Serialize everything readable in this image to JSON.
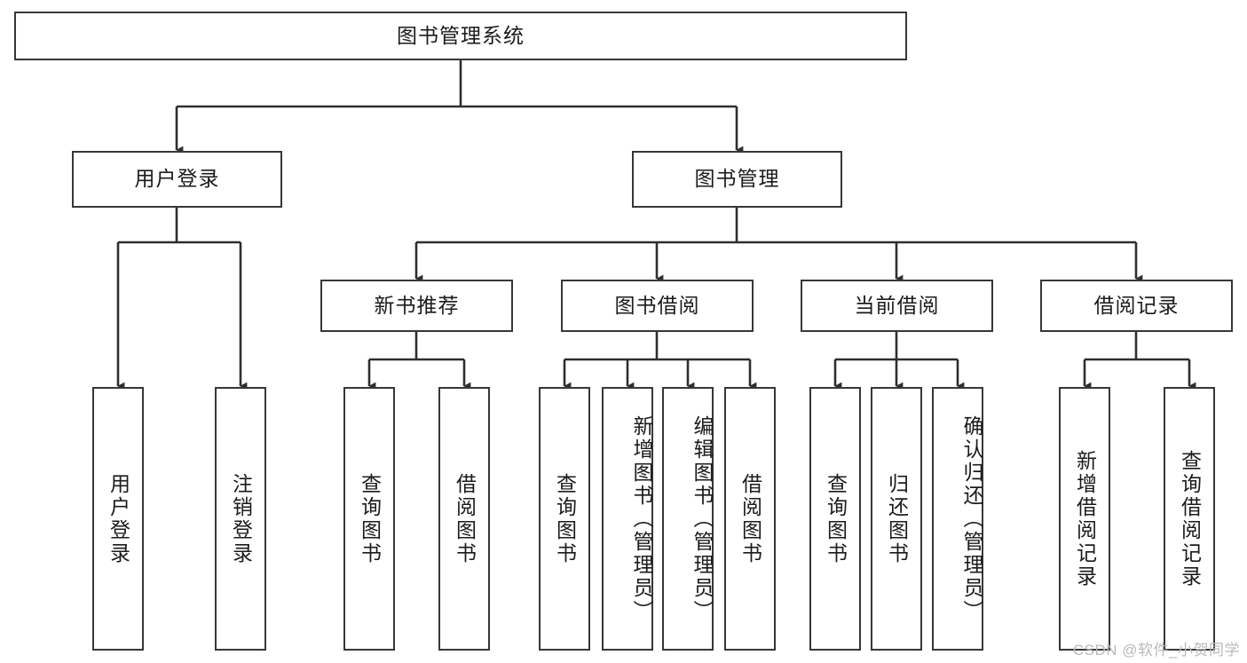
{
  "diagram": {
    "title": "图书管理系统",
    "type": "tree-hierarchy-diagram",
    "colors": {
      "box_border": "#33383d",
      "box_fill": "#ffffff",
      "edge": "#2b2f33",
      "text": "#1b1b1b",
      "watermark": "#b9b9b9"
    },
    "root": {
      "label": "图书管理系统"
    },
    "level2": [
      {
        "id": "user-login",
        "label": "用户登录"
      },
      {
        "id": "book-management",
        "label": "图书管理"
      }
    ],
    "level3": [
      {
        "id": "new-book-recommend",
        "label": "新书推荐"
      },
      {
        "id": "book-borrow",
        "label": "图书借阅"
      },
      {
        "id": "current-borrow",
        "label": "当前借阅"
      },
      {
        "id": "borrow-record",
        "label": "借阅记录"
      }
    ],
    "leaves": {
      "user_login": [
        {
          "id": "leaf-user-login",
          "label": "用户登录"
        },
        {
          "id": "leaf-logout-login",
          "label": "注销登录"
        }
      ],
      "new_book_recommend": [
        {
          "id": "leaf-query-book-1",
          "label": "查询图书"
        },
        {
          "id": "leaf-borrow-book-1",
          "label": "借阅图书"
        }
      ],
      "book_borrow": [
        {
          "id": "leaf-query-book-2",
          "label": "查询图书"
        },
        {
          "id": "leaf-add-book",
          "label": "新增图书（管理员）"
        },
        {
          "id": "leaf-edit-book",
          "label": "编辑图书（管理员）"
        },
        {
          "id": "leaf-borrow-book-2",
          "label": "借阅图书"
        }
      ],
      "current_borrow": [
        {
          "id": "leaf-query-book-3",
          "label": "查询图书"
        },
        {
          "id": "leaf-return-book",
          "label": "归还图书"
        },
        {
          "id": "leaf-confirm-return",
          "label": "确认归还（管理员）"
        }
      ],
      "borrow_record": [
        {
          "id": "leaf-add-record",
          "label": "新增借阅记录"
        },
        {
          "id": "leaf-query-record",
          "label": "查询借阅记录"
        }
      ]
    },
    "watermark": "CSDN @软件_小贺同学"
  }
}
